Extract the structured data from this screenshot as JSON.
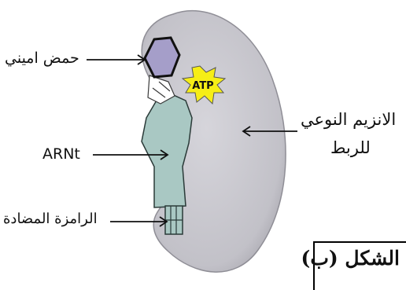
{
  "labels": {
    "amino_acid": "حمض اميني",
    "trna": "ARNt",
    "anticodon": "الرامزة المضادة",
    "enzyme_line1": "الانزيم النوعي",
    "enzyme_line2": "للربط",
    "atp": "ATP"
  },
  "caption": "الشكل (ب)",
  "colors": {
    "enzyme": "#bdbcc2",
    "trna": "#a9c8c3",
    "amino_acid": "#a59ec9",
    "atp": "#f6ee16",
    "line": "#111111"
  },
  "icons": [
    "arrow-icon"
  ]
}
